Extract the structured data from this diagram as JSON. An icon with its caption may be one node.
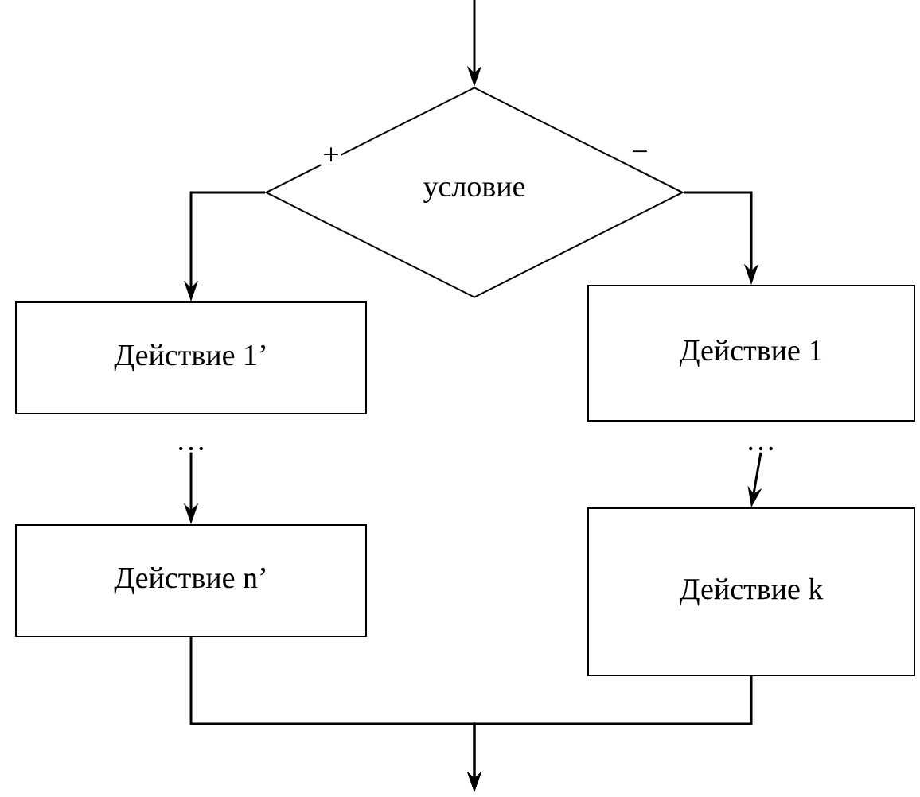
{
  "diagram": {
    "nodes": [
      {
        "text": [
          "условие"
        ]
      },
      {
        "text": [
          "Действие 1’"
        ]
      },
      {
        "text": [
          "Действие 1"
        ]
      },
      {
        "text": [
          "…"
        ]
      },
      {
        "text": [
          "…"
        ]
      },
      {
        "text": [
          "Действие n’"
        ]
      },
      {
        "text": [
          "Действие k"
        ]
      }
    ],
    "edges": [
      {
        "from": null,
        "to": 0,
        "arrow": "to"
      },
      {
        "from": 0,
        "to": 1,
        "arrow": "to",
        "label": "+"
      },
      {
        "from": 0,
        "to": 2,
        "arrow": "to",
        "label": "−"
      },
      {
        "from": 3,
        "to": 5,
        "arrow": "to"
      },
      {
        "from": 4,
        "to": 6,
        "arrow": "to"
      },
      {
        "from": 5,
        "to": null,
        "arrow": "to"
      },
      {
        "from": 6,
        "to": null,
        "arrow": "to"
      }
    ]
  }
}
